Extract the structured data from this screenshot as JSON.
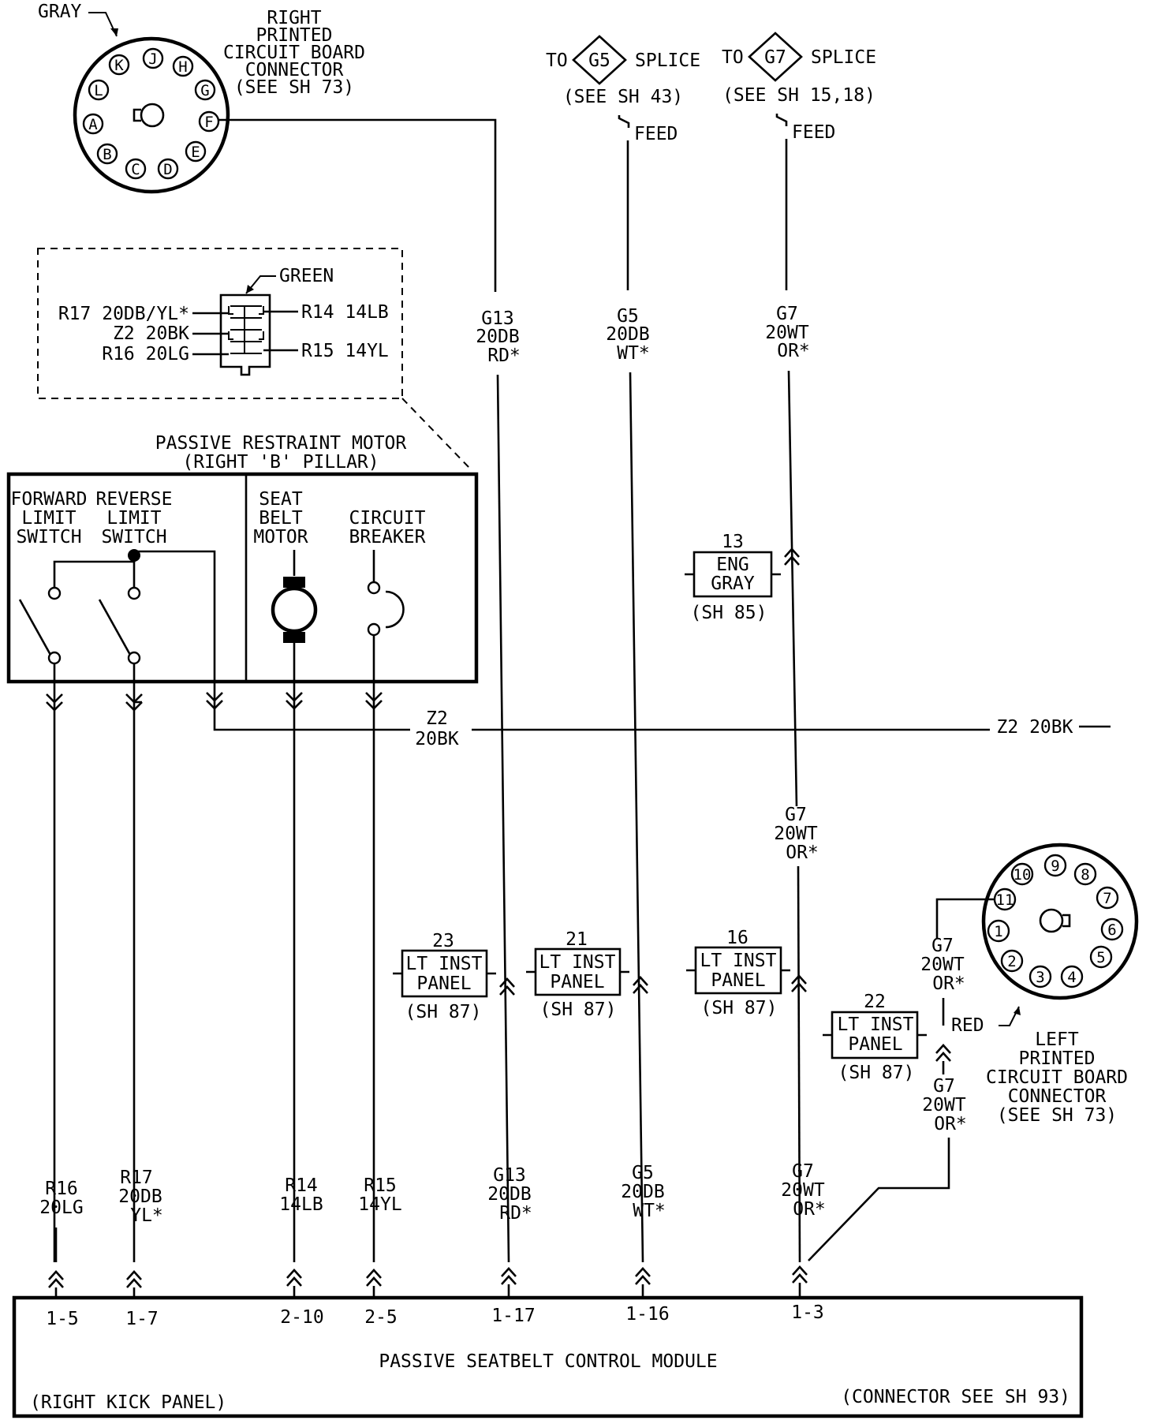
{
  "right_connector": {
    "color_label": "GRAY",
    "title": [
      "RIGHT",
      "PRINTED",
      "CIRCUIT BOARD",
      "CONNECTOR",
      "(SEE SH 73)"
    ],
    "pins": [
      "K",
      "J",
      "H",
      "L",
      "G",
      "A",
      "F",
      "B",
      "E",
      "C",
      "D"
    ]
  },
  "splices": [
    {
      "to": "TO",
      "id": "G5",
      "splice": "SPLICE",
      "see": "(SEE SH 43)",
      "feed": "FEED"
    },
    {
      "to": "TO",
      "id": "G7",
      "splice": "SPLICE",
      "see": "(SEE SH 15,18)",
      "feed": "FEED"
    }
  ],
  "inset_connector": {
    "color_label": "GREEN",
    "left_labels": [
      "R17 20DB/YL*",
      "Z2 20BK",
      "R16 20LG"
    ],
    "right_labels": [
      "R14 14LB",
      "R15 14YL"
    ]
  },
  "motor": {
    "title": [
      "PASSIVE RESTRAINT MOTOR",
      "(RIGHT 'B' PILLAR)"
    ],
    "forward": [
      "FORWARD",
      "LIMIT",
      "SWITCH"
    ],
    "reverse": [
      "REVERSE",
      "LIMIT",
      "SWITCH"
    ],
    "seatbelt": [
      "SEAT",
      "BELT",
      "MOTOR"
    ],
    "breaker": [
      "CIRCUIT",
      "BREAKER"
    ]
  },
  "wires_top": {
    "g13": [
      "G13",
      "20DB",
      "RD*"
    ],
    "g5": [
      "G5",
      "20DB",
      "WT*"
    ],
    "g7": [
      "G7",
      "20WT",
      "OR*"
    ],
    "z2_left": [
      "Z2",
      "20BK"
    ],
    "z2_right": "Z2 20BK",
    "g7_mid": [
      "G7",
      "20WT",
      "OR*"
    ],
    "g7_right_upper": [
      "G7",
      "20WT",
      "OR*"
    ],
    "g7_right_lower": [
      "G7",
      "20WT",
      "OR*"
    ]
  },
  "eng_connector": {
    "num": "13",
    "lines": [
      "ENG",
      "GRAY"
    ],
    "sheet": "(SH 85)"
  },
  "panels": [
    {
      "num": "23",
      "lines": [
        "LT INST",
        "PANEL"
      ],
      "sheet": "(SH 87)"
    },
    {
      "num": "21",
      "lines": [
        "LT INST",
        "PANEL"
      ],
      "sheet": "(SH 87)"
    },
    {
      "num": "16",
      "lines": [
        "LT INST",
        "PANEL"
      ],
      "sheet": "(SH 87)"
    },
    {
      "num": "22",
      "lines": [
        "LT INST",
        "PANEL"
      ],
      "sheet": "(SH 87)"
    }
  ],
  "left_connector": {
    "color_label": "RED",
    "title": [
      "LEFT",
      "PRINTED",
      "CIRCUIT BOARD",
      "CONNECTOR",
      "(SEE SH 73)"
    ],
    "pins": [
      "10",
      "9",
      "8",
      "11",
      "7",
      "1",
      "6",
      "2",
      "5",
      "3",
      "4"
    ]
  },
  "bottom_wires": [
    {
      "lines": [
        "R16",
        "20LG"
      ],
      "pin": "1-5"
    },
    {
      "lines": [
        "R17",
        "20DB",
        "YL*"
      ],
      "pin": "1-7"
    },
    {
      "lines": [
        "R14",
        "14LB"
      ],
      "pin": "2-10"
    },
    {
      "lines": [
        "R15",
        "14YL"
      ],
      "pin": "2-5"
    },
    {
      "lines": [
        "G13",
        "20DB",
        "RD*"
      ],
      "pin": "1-17"
    },
    {
      "lines": [
        "G5",
        "20DB",
        "WT*"
      ],
      "pin": "1-16"
    },
    {
      "lines": [
        "G7",
        "20WT",
        "OR*"
      ],
      "pin": "1-3"
    }
  ],
  "module": {
    "title": "PASSIVE SEATBELT CONTROL MODULE",
    "location": "(RIGHT KICK PANEL)",
    "connector_note": "(CONNECTOR SEE SH 93)"
  }
}
